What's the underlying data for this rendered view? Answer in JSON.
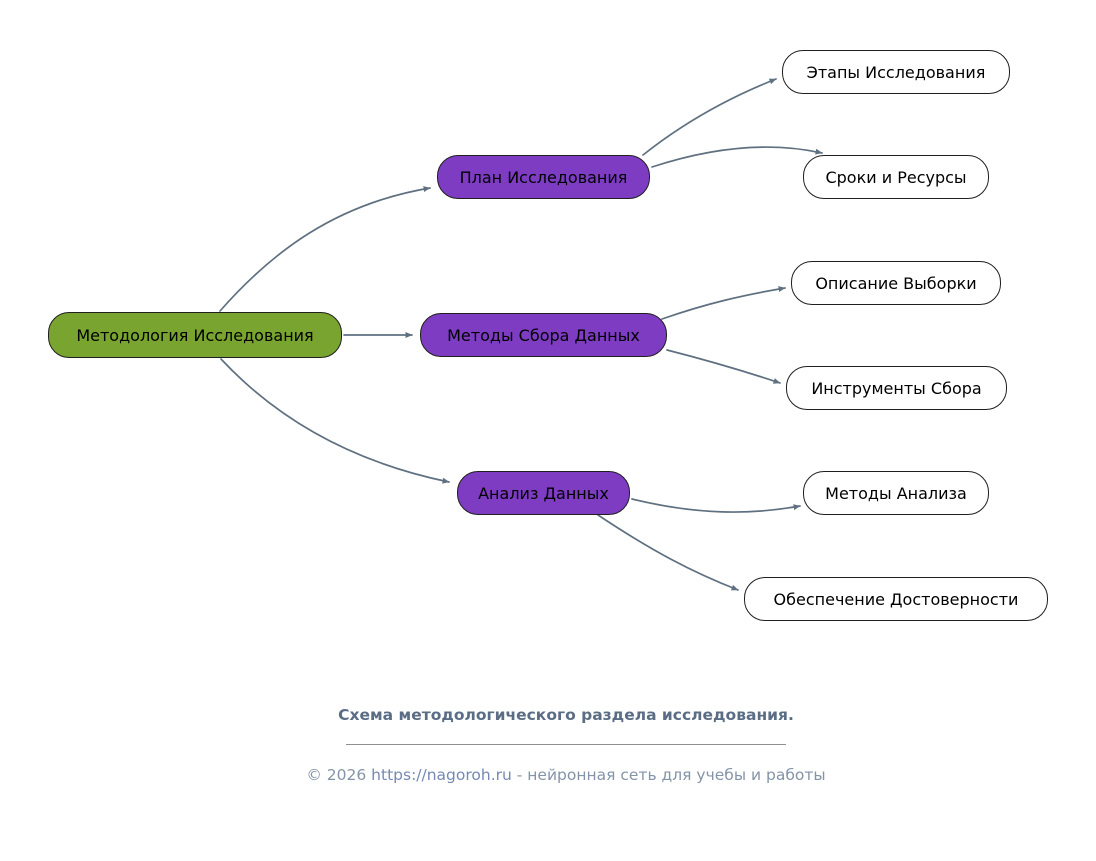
{
  "diagram": {
    "colors": {
      "root_fill": "#78a42f",
      "branch_fill": "#7d3cc2",
      "leaf_fill": "#ffffff",
      "edge": "#5f7080",
      "node_border": "#1f1f1f"
    },
    "root": {
      "label": "Методология Исследования"
    },
    "branches": [
      {
        "label": "План Исследования",
        "children": [
          {
            "label": "Этапы Исследования"
          },
          {
            "label": "Сроки и Ресурсы"
          }
        ]
      },
      {
        "label": "Методы Сбора Данных",
        "children": [
          {
            "label": "Описание Выборки"
          },
          {
            "label": "Инструменты Сбора"
          }
        ]
      },
      {
        "label": "Анализ Данных",
        "children": [
          {
            "label": "Методы Анализа"
          },
          {
            "label": "Обеспечение Достоверности"
          }
        ]
      }
    ]
  },
  "caption": {
    "text": "Схема методологического раздела исследования.",
    "color": "#5a6d85"
  },
  "footer": {
    "copyright": "© 2026 ",
    "link": "https://nagoroh.ru",
    "tagline": " - нейронная сеть для учебы и работы",
    "color": "#8494a8",
    "link_color": "#7589b4"
  }
}
